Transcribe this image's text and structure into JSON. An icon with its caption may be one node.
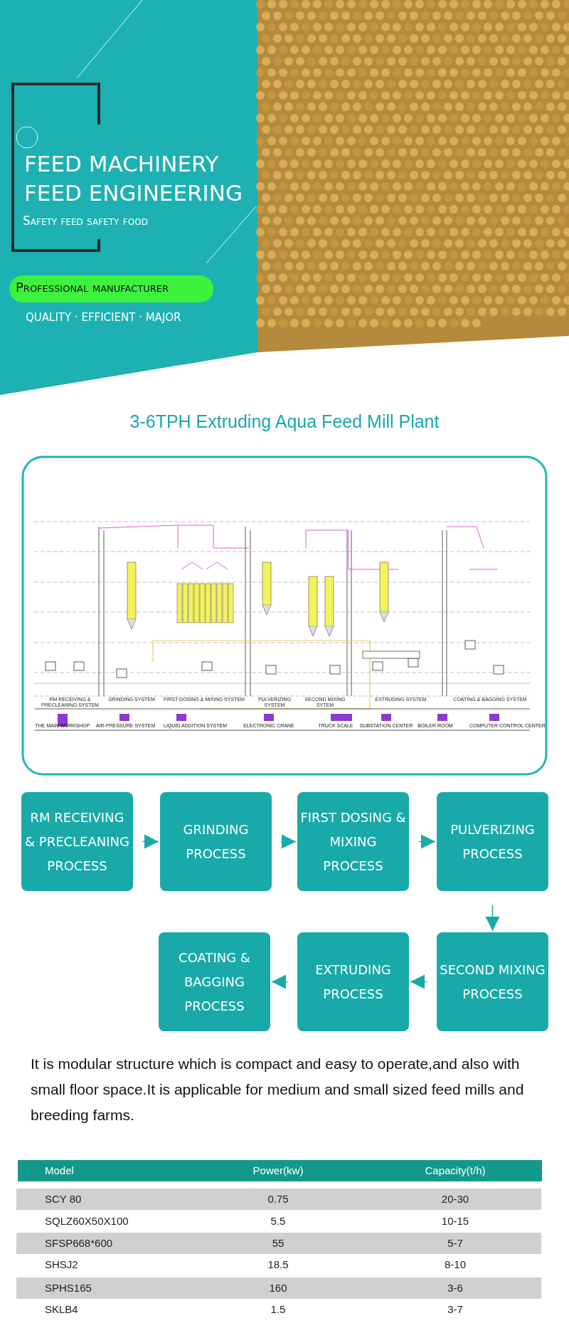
{
  "diagram": {
    "title": "3-6TPH Extruding Aqua Feed Mill Plant",
    "nodes": [
      {
        "text": [
          "RM RECEIVING & PRECLEANING PROCESS"
        ]
      },
      {
        "text": [
          "GRINDING PROCESS"
        ]
      },
      {
        "text": [
          "FIRST DOSING & MIXING PROCESS"
        ]
      },
      {
        "text": [
          "PULVERIZING PROCESS"
        ]
      },
      {
        "text": [
          "SECOND MIXING PROCESS"
        ]
      },
      {
        "text": [
          "EXTRUDING PROCESS"
        ]
      },
      {
        "text": [
          "COATING & BAGGING PROCESS"
        ]
      }
    ],
    "edges": [
      {
        "from": 0,
        "to": 1,
        "arrow": "to"
      },
      {
        "from": 1,
        "to": 2,
        "arrow": "to"
      },
      {
        "from": 2,
        "to": 3,
        "arrow": "to"
      },
      {
        "from": 3,
        "to": 4,
        "arrow": "to"
      },
      {
        "from": 4,
        "to": 5,
        "arrow": "to"
      },
      {
        "from": 5,
        "to": 6,
        "arrow": "to"
      }
    ],
    "labels": [
      "FEED MACHINERY",
      "FEED ENGINEERING",
      "Safety feed  safety food",
      "Professional manufacturer",
      "QUALITY · EFFICIENT · MAJOR",
      "RM RECEIVING & PRECLEANING SYSTEM",
      "GRINDING SYSTEM",
      "FIRST DOSING & MIXING SYSTEM",
      "PULVERIZING SYSTEM",
      "SECOND MIXING SYTEM",
      "EXTRUDING SYSTEM",
      "COATING & BAGGING SYSTEM",
      "THE MAIN WORKSHOP",
      "AIR-PRESSURE SYSTEM",
      "LIQUID ADDITION SYSTEM",
      "ELECTRONIC CRANE",
      "TRUCK SCALE",
      "SUBSTATION CENTER",
      "BOILER ROOM",
      "COMPUTER CONTROL CENTER",
      "It is modular structure which is compact and easy to operate,and also with small floor space.It is applicable for medium and small sized feed mills and breeding farms.",
      "Model",
      "Power(kw)",
      "Capacity(t/h)",
      "SCY 80",
      "0.75",
      "20-30",
      "SQLZ60X50X100",
      "5.5",
      "10-15",
      "SFSP668*600",
      "55",
      "5-7",
      "SHSJ2",
      "18.5",
      "8-10",
      "SPHS165",
      "160",
      "3-6",
      "SKLB4",
      "1.5",
      "3-7"
    ]
  }
}
